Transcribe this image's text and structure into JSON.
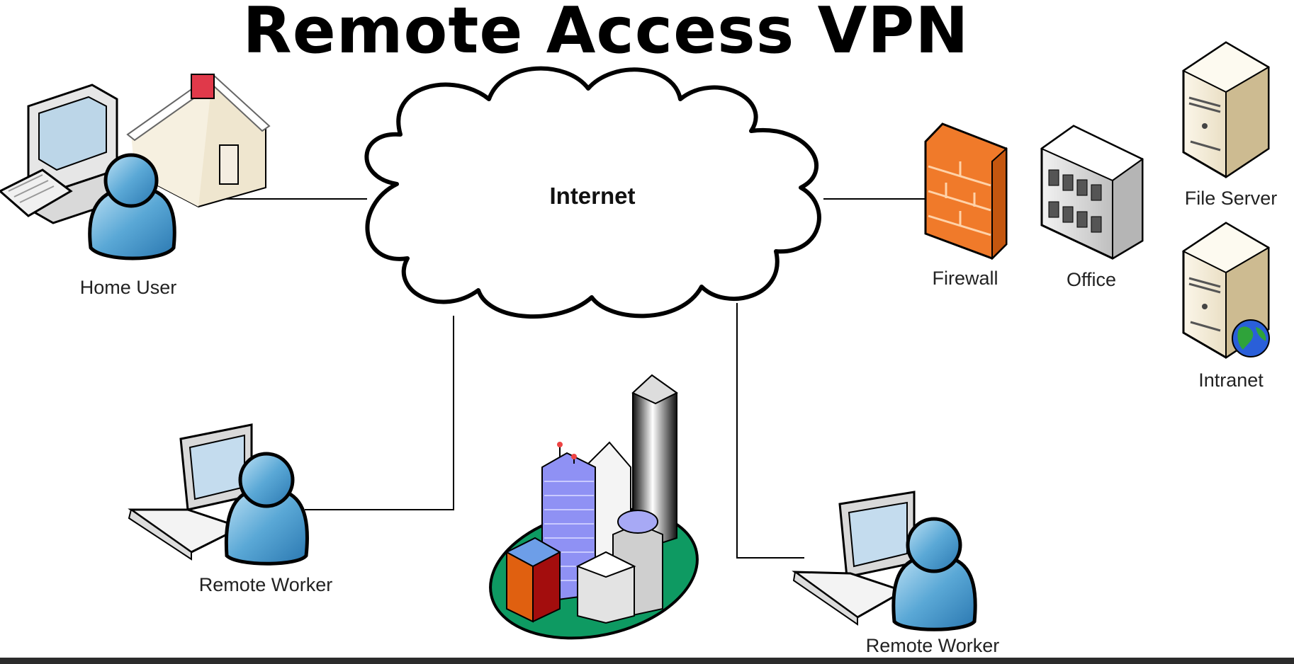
{
  "title": "Remote Access VPN",
  "cloud_label": "Internet",
  "nodes": {
    "home_user": "Home User",
    "remote_worker_left": "Remote Worker",
    "remote_worker_right": "Remote Worker",
    "firewall": "Firewall",
    "office": "Office",
    "file_server": "File Server",
    "intranet": "Intranet"
  },
  "colors": {
    "user_blue": "#4f9fd0",
    "firewall_orange": "#f07a2a",
    "server_beige": "#e8dcc0",
    "city_green": "#0e9a62",
    "bottom_bar": "#2b2b2b"
  },
  "icons": [
    "person-icon",
    "desktop-computer-icon",
    "house-icon",
    "laptop-icon",
    "cloud-icon",
    "firewall-icon",
    "office-building-icon",
    "server-icon",
    "globe-icon",
    "city-icon"
  ]
}
